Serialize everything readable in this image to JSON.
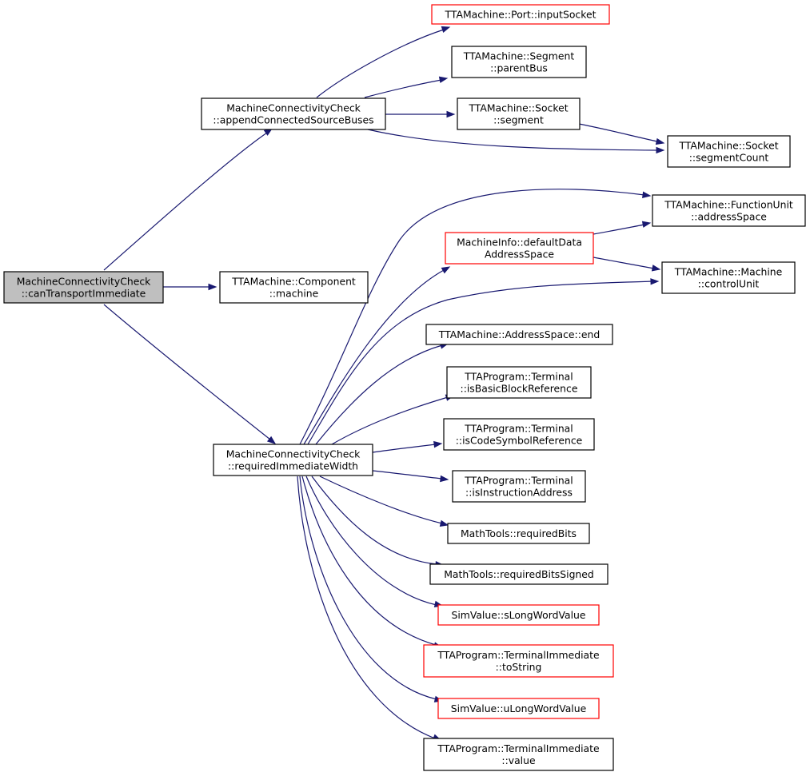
{
  "colors": {
    "edge": "#191970",
    "border_default": "#000000",
    "border_undocumented": "#ff0000",
    "fill_default": "#ffffff",
    "fill_root": "#bfbfbf"
  },
  "nodes": {
    "root": {
      "lines": [
        "MachineConnectivityCheck",
        "::canTransportImmediate"
      ],
      "style": "root"
    },
    "appendBuses": {
      "lines": [
        "MachineConnectivityCheck",
        "::appendConnectedSourceBuses"
      ],
      "style": "default"
    },
    "component": {
      "lines": [
        "TTAMachine::Component",
        "::machine"
      ],
      "style": "default"
    },
    "reqWidth": {
      "lines": [
        "MachineConnectivityCheck",
        "::requiredImmediateWidth"
      ],
      "style": "default"
    },
    "inputSocket": {
      "lines": [
        "TTAMachine::Port::inputSocket"
      ],
      "style": "red"
    },
    "parentBus": {
      "lines": [
        "TTAMachine::Segment",
        "::parentBus"
      ],
      "style": "default"
    },
    "sockSegment": {
      "lines": [
        "TTAMachine::Socket",
        "::segment"
      ],
      "style": "default"
    },
    "segCount": {
      "lines": [
        "TTAMachine::Socket",
        "::segmentCount"
      ],
      "style": "default"
    },
    "fuAddr": {
      "lines": [
        "TTAMachine::FunctionUnit",
        "::addressSpace"
      ],
      "style": "default"
    },
    "defDataAS": {
      "lines": [
        "MachineInfo::defaultData",
        "AddressSpace"
      ],
      "style": "red"
    },
    "ctrlUnit": {
      "lines": [
        "TTAMachine::Machine",
        "::controlUnit"
      ],
      "style": "default"
    },
    "asEnd": {
      "lines": [
        "TTAMachine::AddressSpace::end"
      ],
      "style": "default"
    },
    "isBBRef": {
      "lines": [
        "TTAProgram::Terminal",
        "::isBasicBlockReference"
      ],
      "style": "default"
    },
    "isCodeSym": {
      "lines": [
        "TTAProgram::Terminal",
        "::isCodeSymbolReference"
      ],
      "style": "default"
    },
    "isInstrAddr": {
      "lines": [
        "TTAProgram::Terminal",
        "::isInstructionAddress"
      ],
      "style": "default"
    },
    "reqBits": {
      "lines": [
        "MathTools::requiredBits"
      ],
      "style": "default"
    },
    "reqBitsSigned": {
      "lines": [
        "MathTools::requiredBitsSigned"
      ],
      "style": "default"
    },
    "sLong": {
      "lines": [
        "SimValue::sLongWordValue"
      ],
      "style": "red"
    },
    "toString": {
      "lines": [
        "TTAProgram::TerminalImmediate",
        "::toString"
      ],
      "style": "red"
    },
    "uLong": {
      "lines": [
        "SimValue::uLongWordValue"
      ],
      "style": "red"
    },
    "value": {
      "lines": [
        "TTAProgram::TerminalImmediate",
        "::value"
      ],
      "style": "default"
    }
  },
  "edges": [
    [
      "root",
      "appendBuses"
    ],
    [
      "root",
      "component"
    ],
    [
      "root",
      "reqWidth"
    ],
    [
      "appendBuses",
      "inputSocket"
    ],
    [
      "appendBuses",
      "parentBus"
    ],
    [
      "appendBuses",
      "sockSegment"
    ],
    [
      "appendBuses",
      "segCount"
    ],
    [
      "sockSegment",
      "segCount"
    ],
    [
      "reqWidth",
      "fuAddr"
    ],
    [
      "reqWidth",
      "defDataAS"
    ],
    [
      "reqWidth",
      "ctrlUnit"
    ],
    [
      "defDataAS",
      "fuAddr"
    ],
    [
      "defDataAS",
      "ctrlUnit"
    ],
    [
      "reqWidth",
      "asEnd"
    ],
    [
      "reqWidth",
      "isBBRef"
    ],
    [
      "reqWidth",
      "isCodeSym"
    ],
    [
      "reqWidth",
      "isInstrAddr"
    ],
    [
      "reqWidth",
      "reqBits"
    ],
    [
      "reqWidth",
      "reqBitsSigned"
    ],
    [
      "reqWidth",
      "sLong"
    ],
    [
      "reqWidth",
      "toString"
    ],
    [
      "reqWidth",
      "uLong"
    ],
    [
      "reqWidth",
      "value"
    ]
  ]
}
